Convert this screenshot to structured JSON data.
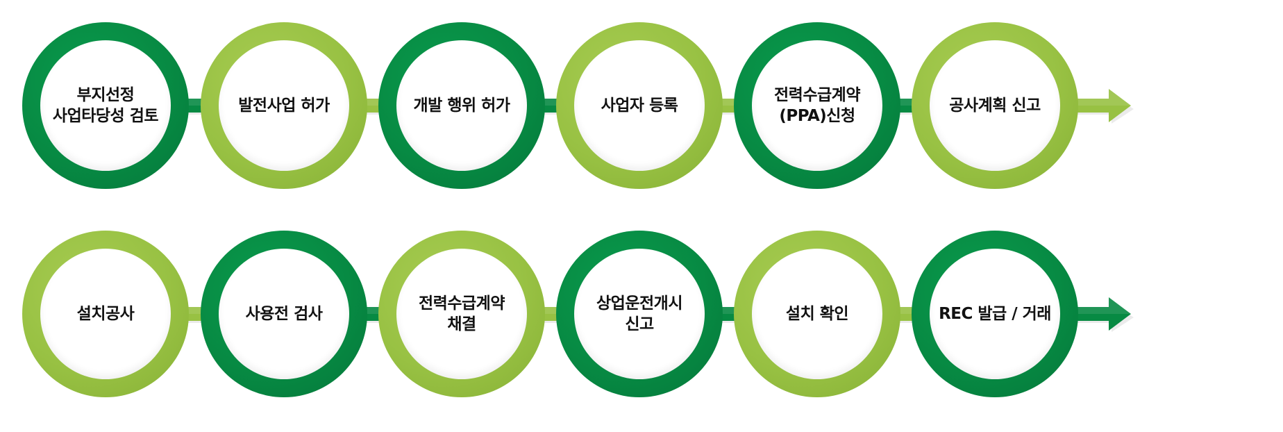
{
  "colors": {
    "dark_green": "#078a43",
    "light_green": "#98c143",
    "text": "#111111",
    "background": "#ffffff"
  },
  "row1": [
    {
      "lines": [
        "부지선정",
        "사업타당성 검토"
      ],
      "color": "dark"
    },
    {
      "lines": [
        "발전사업 허가"
      ],
      "color": "light"
    },
    {
      "lines": [
        "개발 행위 허가"
      ],
      "color": "dark"
    },
    {
      "lines": [
        "사업자 등록"
      ],
      "color": "light"
    },
    {
      "lines": [
        "전력수급계약",
        "(PPA)신청"
      ],
      "color": "dark"
    },
    {
      "lines": [
        "공사계획 신고"
      ],
      "color": "light"
    }
  ],
  "row2": [
    {
      "lines": [
        "설치공사"
      ],
      "color": "light"
    },
    {
      "lines": [
        "사용전 검사"
      ],
      "color": "dark"
    },
    {
      "lines": [
        "전력수급계약",
        "채결"
      ],
      "color": "light"
    },
    {
      "lines": [
        "상업운전개시",
        "신고"
      ],
      "color": "dark"
    },
    {
      "lines": [
        "설치 확인"
      ],
      "color": "light"
    },
    {
      "lines": [
        "REC 발급 / 거래"
      ],
      "color": "dark"
    }
  ]
}
